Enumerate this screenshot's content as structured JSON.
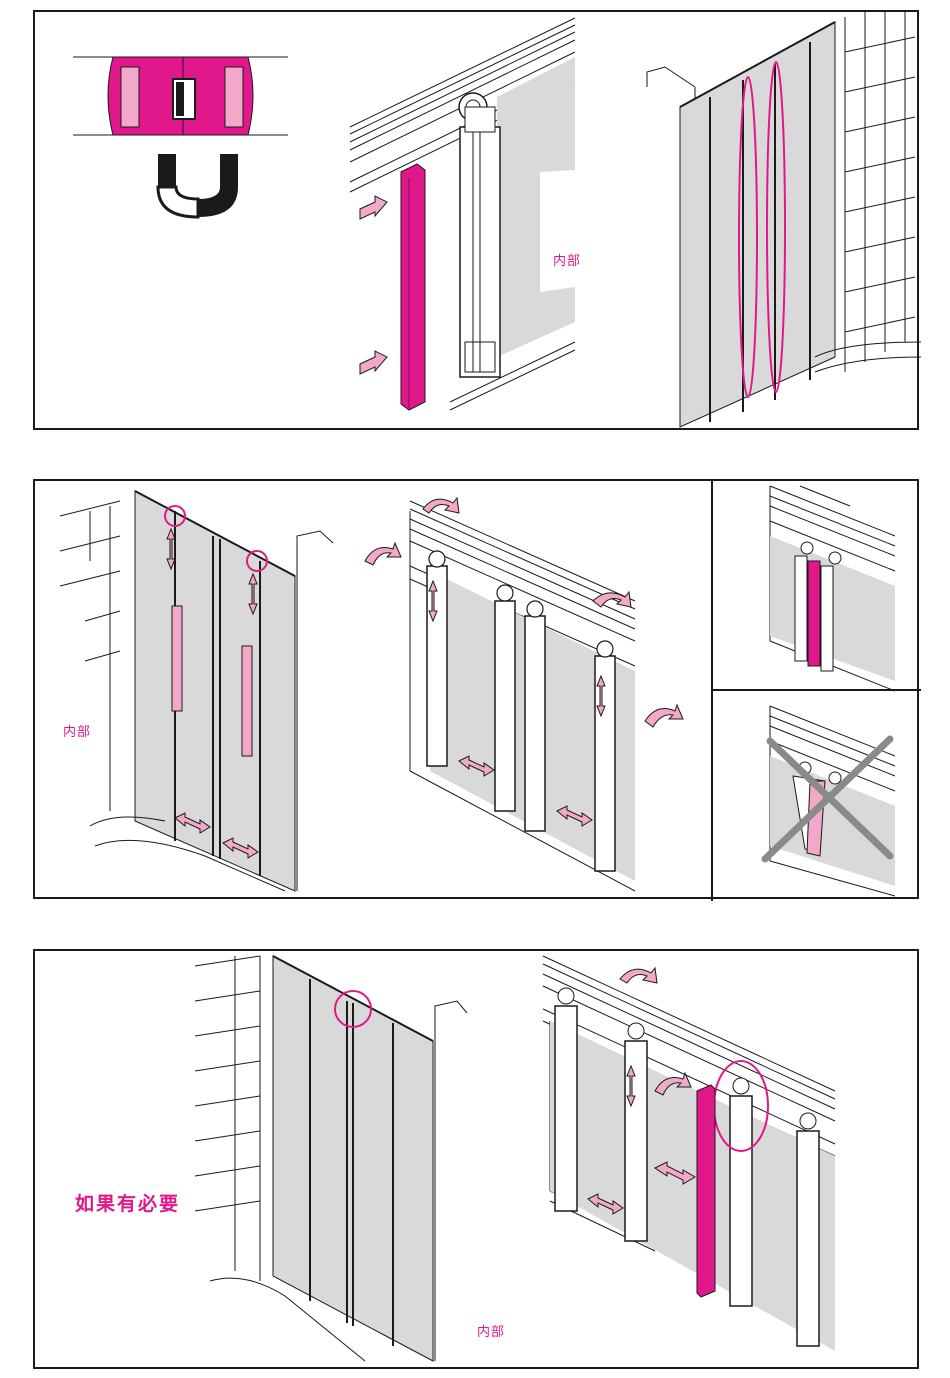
{
  "colors": {
    "magenta": "#e0188c",
    "pink": "#f2a8c8",
    "glass": "#d9d9d9",
    "line": "#1a1a1a",
    "cross": "#8a8a8a"
  },
  "steps": [
    {
      "id": "step1",
      "labels": {
        "interior": "内部"
      }
    },
    {
      "id": "step2",
      "labels": {
        "interior": "内部"
      }
    },
    {
      "id": "step3",
      "labels": {
        "if_necessary": "如果有必要",
        "interior": "内部"
      }
    }
  ],
  "icons": [
    "magnet-icon",
    "magnetic-strip-icon",
    "push-arrow-icon",
    "rotate-arrow-icon",
    "adjust-arrow-icon",
    "slide-arrow-icon",
    "wrong-cross-icon",
    "highlight-circle-icon"
  ]
}
